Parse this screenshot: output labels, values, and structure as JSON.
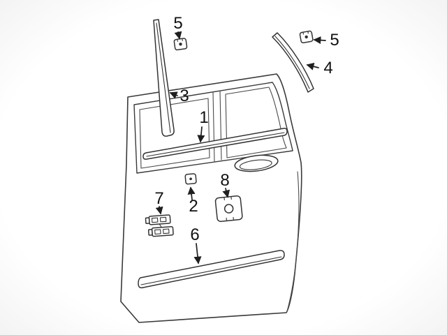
{
  "diagram": {
    "type": "exploded-parts-diagram",
    "subject": "rear-door-exterior-trim",
    "background_color": "#ffffff",
    "line_color": "#3a3a3a",
    "label_color": "#111111",
    "callouts": {
      "belt_molding": "1",
      "belt_molding_clip": "2",
      "center_pillar_applique": "3",
      "rear_pillar_applique": "4",
      "applique_clip_upper": "5",
      "applique_clip_rear": "5",
      "lower_body_molding": "6",
      "molding_clip_assembly": "7",
      "molding_bracket": "8"
    }
  }
}
